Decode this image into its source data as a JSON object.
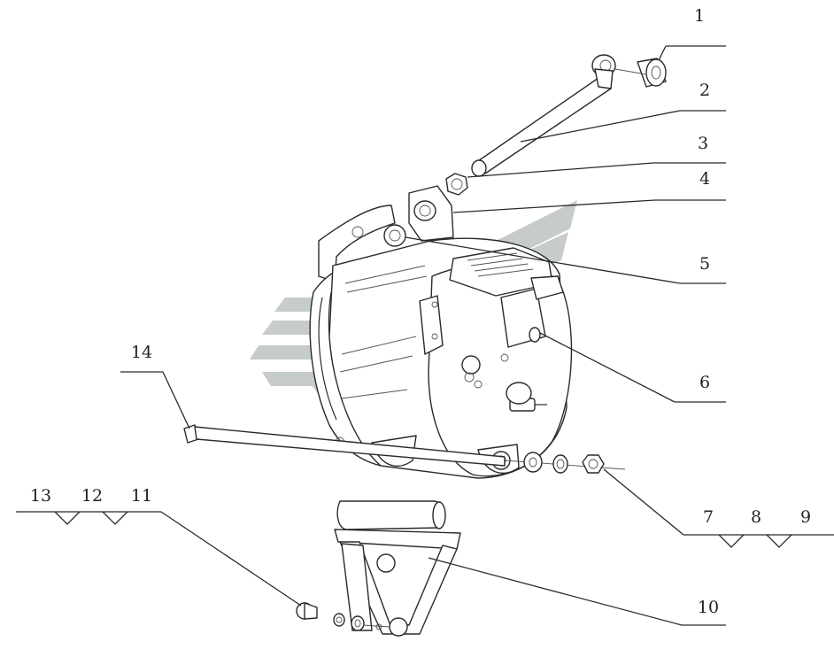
{
  "figure": {
    "callouts": [
      {
        "id": "1",
        "label": "1"
      },
      {
        "id": "2",
        "label": "2"
      },
      {
        "id": "3",
        "label": "3"
      },
      {
        "id": "4",
        "label": "4"
      },
      {
        "id": "5",
        "label": "5"
      },
      {
        "id": "6",
        "label": "6"
      },
      {
        "id": "7",
        "label": "7"
      },
      {
        "id": "8",
        "label": "8"
      },
      {
        "id": "9",
        "label": "9"
      },
      {
        "id": "10",
        "label": "10"
      },
      {
        "id": "11",
        "label": "11"
      },
      {
        "id": "12",
        "label": "12"
      },
      {
        "id": "13",
        "label": "13"
      },
      {
        "id": "14",
        "label": "14"
      }
    ],
    "watermark_color": "#bcc4c0",
    "line_color": "#2a2a2a"
  }
}
